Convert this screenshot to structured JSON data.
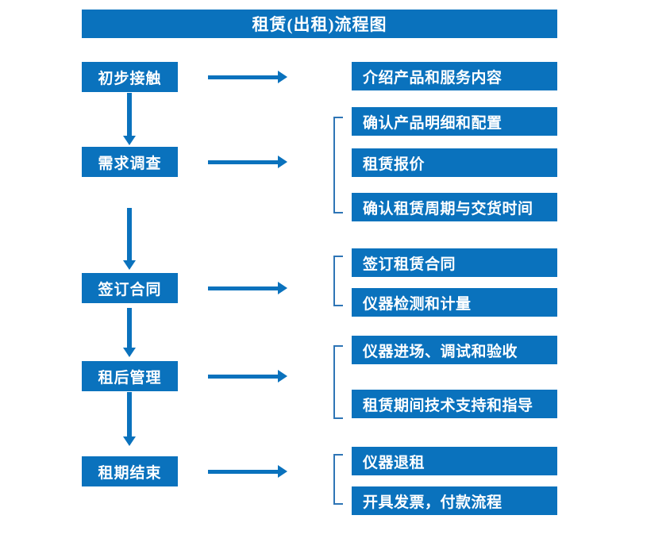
{
  "diagram": {
    "title": "租赁(出租)流程图",
    "colors": {
      "box_fill": "#0a72bd",
      "box_text": "#ffffff",
      "arrow": "#0a72bd",
      "bracket": "#2e75b6",
      "background": "#ffffff"
    },
    "stages": [
      {
        "label": "初步接触",
        "details": [
          "介绍产品和服务内容"
        ]
      },
      {
        "label": "需求调查",
        "details": [
          "确认产品明细和配置",
          "租赁报价",
          "确认租赁周期与交货时间"
        ]
      },
      {
        "label": "签订合同",
        "details": [
          "签订租赁合同",
          "仪器检测和计量"
        ]
      },
      {
        "label": "租后管理",
        "details": [
          "仪器进场、调试和验收",
          "租赁期间技术支持和指导"
        ]
      },
      {
        "label": "租期结束",
        "details": [
          "仪器退租",
          "开具发票，付款流程"
        ]
      }
    ]
  }
}
